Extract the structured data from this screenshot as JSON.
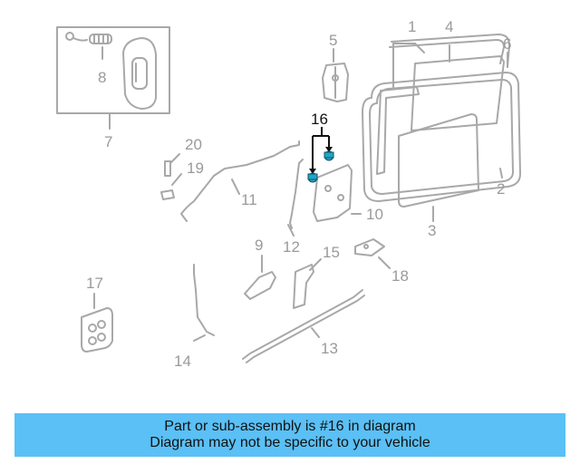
{
  "diagram": {
    "callouts": {
      "c1": "1",
      "c2": "2",
      "c3": "3",
      "c4": "4",
      "c5": "5",
      "c6": "6",
      "c7": "7",
      "c8": "8",
      "c9": "9",
      "c10": "10",
      "c11": "11",
      "c12": "12",
      "c13": "13",
      "c14": "14",
      "c15": "15",
      "c16": "16",
      "c17": "17",
      "c18": "18",
      "c19": "19",
      "c20": "20"
    },
    "highlighted_part": "16",
    "colors": {
      "line": "#a8a8a8",
      "highlight": "#1fa6c8",
      "caption_bg": "#5bc0f5"
    }
  },
  "caption": {
    "line1": "Part or sub-assembly is #16 in diagram",
    "line2": "Diagram may not be specific to your vehicle"
  }
}
